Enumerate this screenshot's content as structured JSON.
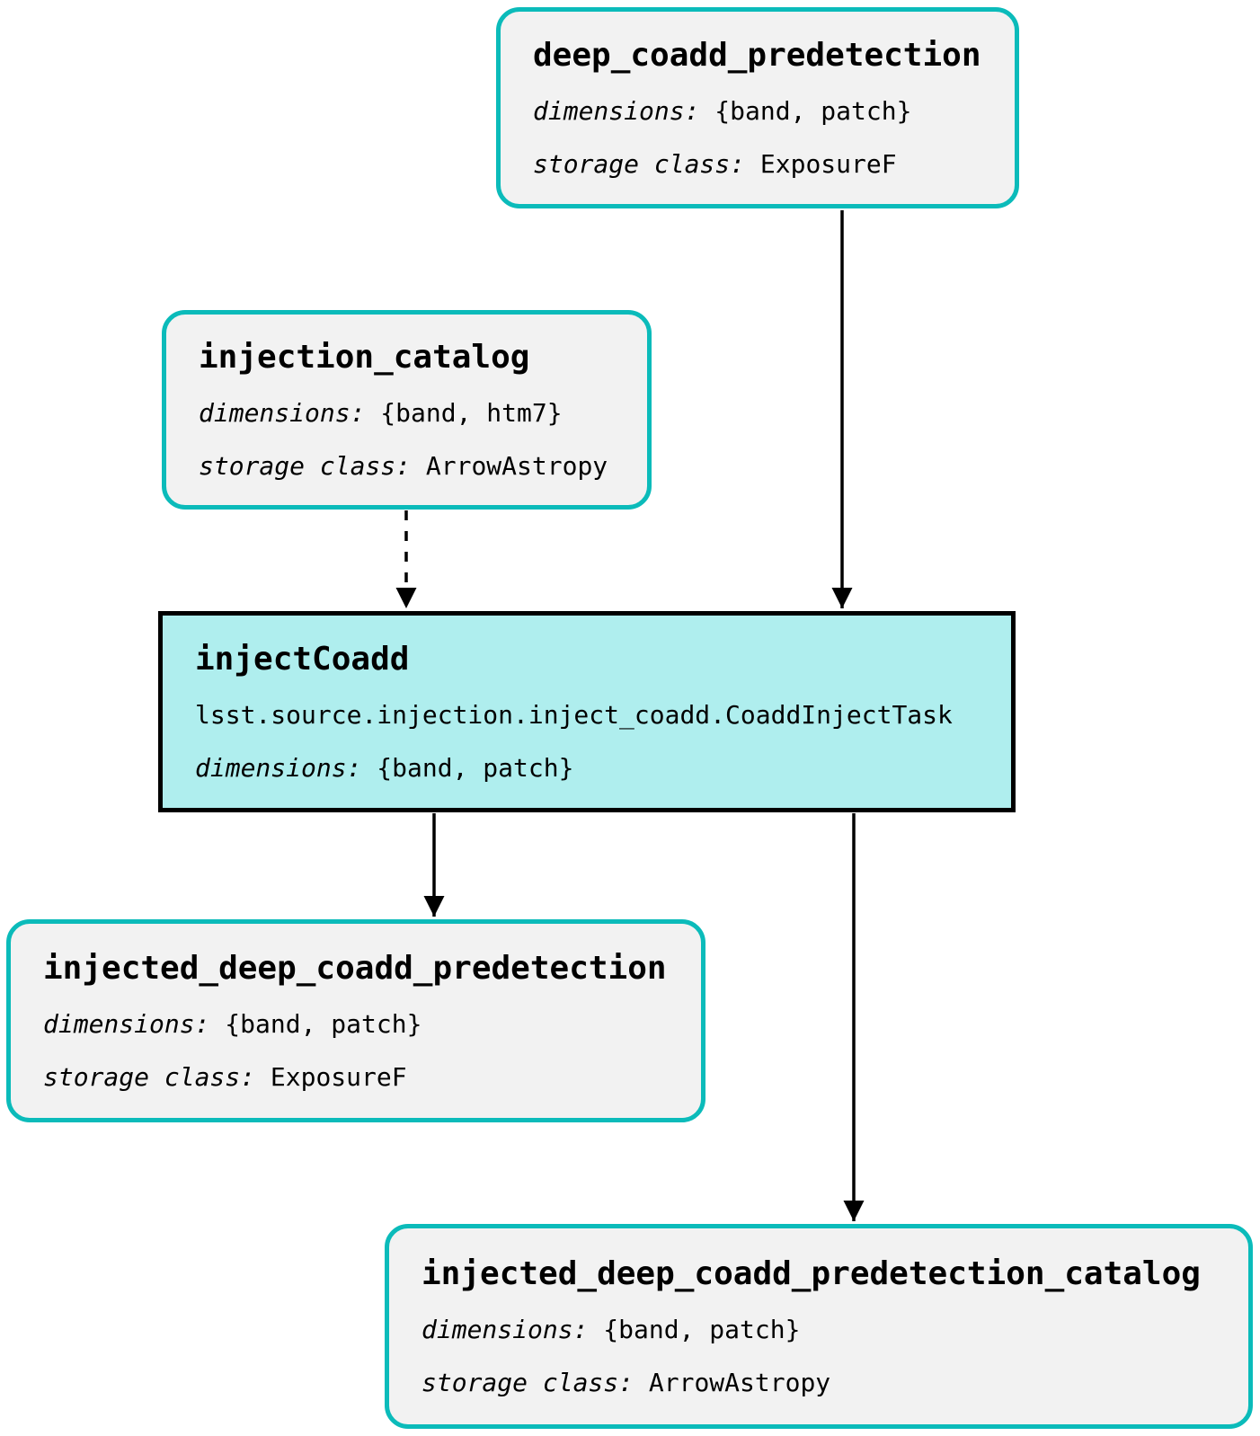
{
  "diagram": {
    "type": "pipeline-task-graph",
    "labels": {
      "dimensions": "dimensions:",
      "storage_class": "storage class:"
    },
    "colors": {
      "background": "#ffffff",
      "dataset_fill": "#f2f2f2",
      "dataset_border": "#0bbbba",
      "task_fill": "#afeeee",
      "task_border": "#000000",
      "edge": "#000000",
      "text": "#000000"
    },
    "nodes": {
      "deep_coadd_predetection": {
        "kind": "dataset",
        "title": "deep_coadd_predetection",
        "dimensions": "{band, patch}",
        "storage_class": "ExposureF"
      },
      "injection_catalog": {
        "kind": "dataset",
        "title": "injection_catalog",
        "dimensions": "{band, htm7}",
        "storage_class": "ArrowAstropy"
      },
      "injectCoadd": {
        "kind": "task",
        "title": "injectCoadd",
        "task_class": "lsst.source.injection.inject_coadd.CoaddInjectTask",
        "dimensions": "{band, patch}"
      },
      "injected_deep_coadd_predetection": {
        "kind": "dataset",
        "title": "injected_deep_coadd_predetection",
        "dimensions": "{band, patch}",
        "storage_class": "ExposureF"
      },
      "injected_deep_coadd_predetection_catalog": {
        "kind": "dataset",
        "title": "injected_deep_coadd_predetection_catalog",
        "dimensions": "{band, patch}",
        "storage_class": "ArrowAstropy"
      }
    },
    "edges": [
      {
        "from": "deep_coadd_predetection",
        "to": "injectCoadd",
        "style": "solid"
      },
      {
        "from": "injection_catalog",
        "to": "injectCoadd",
        "style": "dashed"
      },
      {
        "from": "injectCoadd",
        "to": "injected_deep_coadd_predetection",
        "style": "solid"
      },
      {
        "from": "injectCoadd",
        "to": "injected_deep_coadd_predetection_catalog",
        "style": "solid"
      }
    ]
  }
}
